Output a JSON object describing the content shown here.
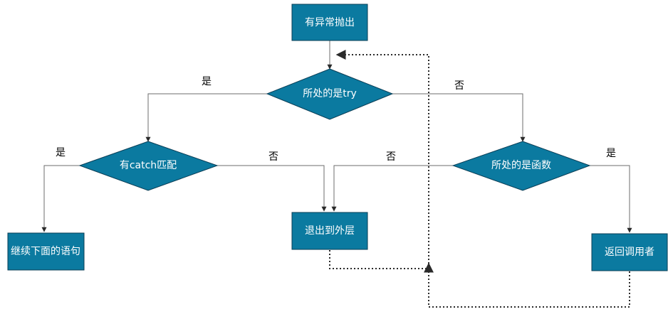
{
  "colors": {
    "node_fill": "#0b7aa0",
    "node_border": "#0a3d55",
    "node_text": "#ffffff",
    "line": "#6e6e6e",
    "dotted_line": "#2a2a2a"
  },
  "nodes": {
    "start": "有异常抛出",
    "try_check": "所处的是try",
    "catch_check": "有catch匹配",
    "function_check": "所处的是函数",
    "continue": "继续下面的语句",
    "exit_outer": "退出到外层",
    "return_caller": "返回调用者"
  },
  "edge_labels": {
    "try_yes": "是",
    "try_no": "否",
    "catch_yes": "是",
    "catch_no": "否",
    "function_no": "否",
    "function_yes": "是"
  }
}
